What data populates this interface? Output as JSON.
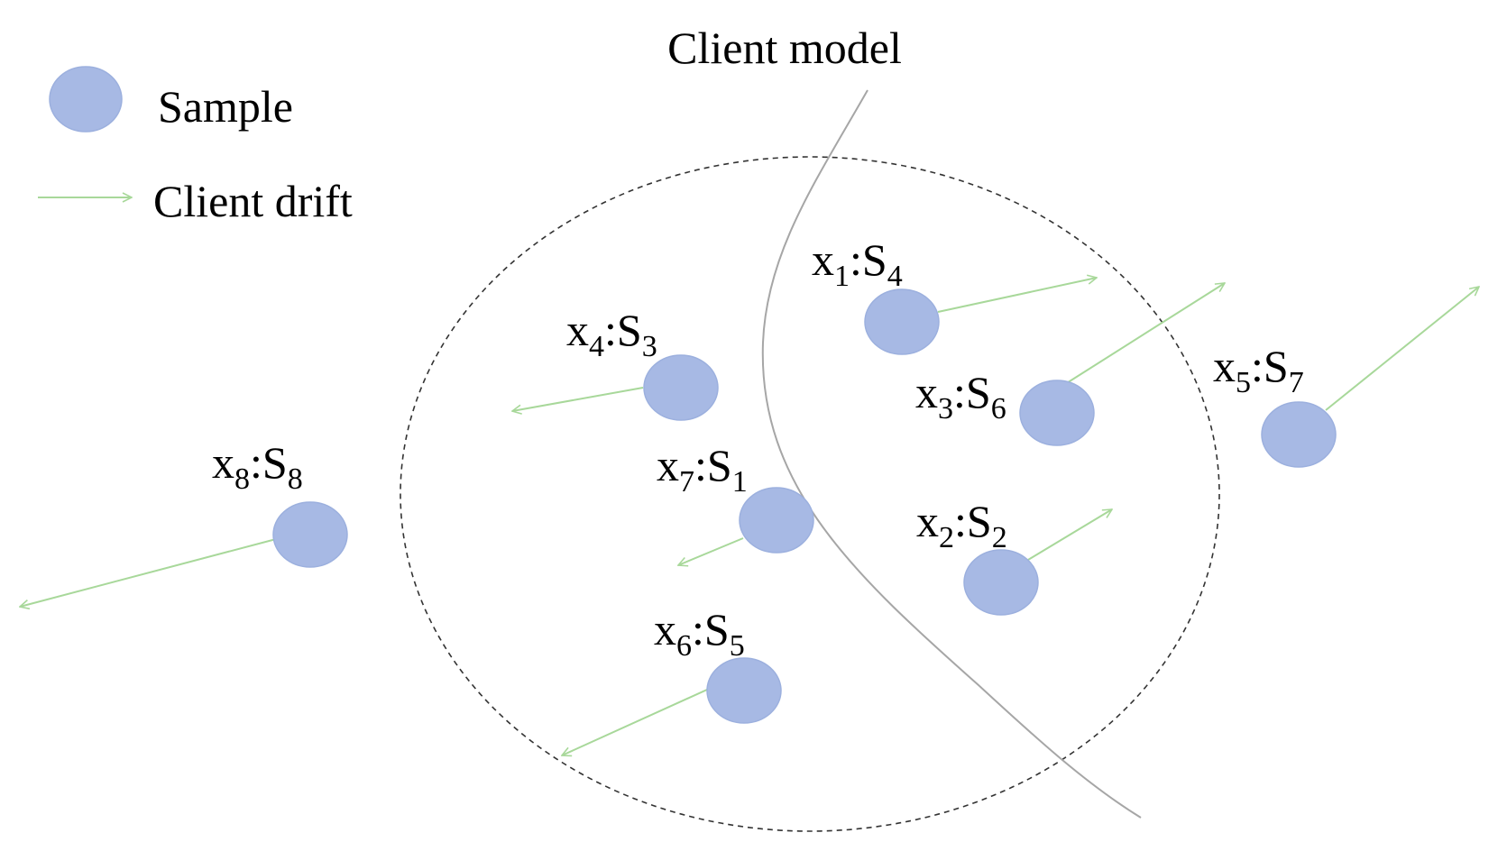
{
  "title": "Client model",
  "legend": {
    "sample_label": "Sample",
    "drift_label": "Client drift"
  },
  "colors": {
    "sample_fill": "#a7b9e4",
    "drift_arrow": "#a8d89a",
    "boundary_curve": "#a6a6a6",
    "dashed_ellipse": "#333333"
  },
  "samples": [
    {
      "name": "x",
      "index": "1",
      "set": "S",
      "set_index": "4"
    },
    {
      "name": "x",
      "index": "2",
      "set": "S",
      "set_index": "2"
    },
    {
      "name": "x",
      "index": "3",
      "set": "S",
      "set_index": "6"
    },
    {
      "name": "x",
      "index": "4",
      "set": "S",
      "set_index": "3"
    },
    {
      "name": "x",
      "index": "5",
      "set": "S",
      "set_index": "7"
    },
    {
      "name": "x",
      "index": "6",
      "set": "S",
      "set_index": "5"
    },
    {
      "name": "x",
      "index": "7",
      "set": "S",
      "set_index": "1"
    },
    {
      "name": "x",
      "index": "8",
      "set": "S",
      "set_index": "8"
    }
  ]
}
